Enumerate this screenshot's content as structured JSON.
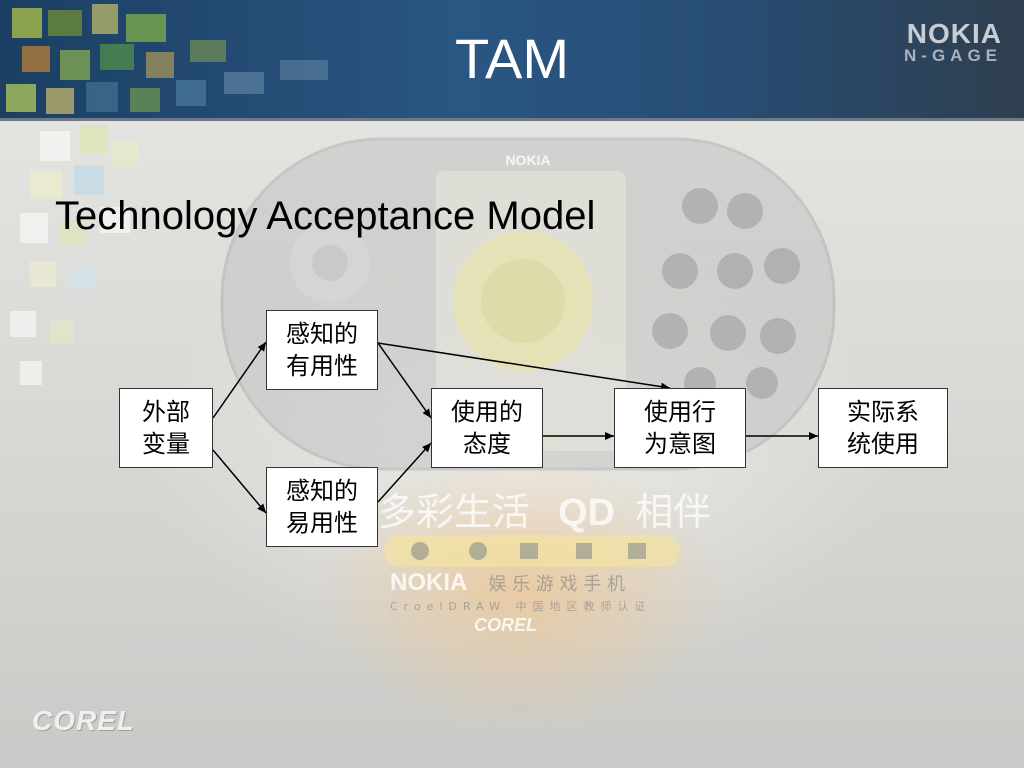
{
  "slide": {
    "title": "TAM",
    "subtitle": "Technology Acceptance Model",
    "logo_top": {
      "brand": "NOKIA",
      "sub": "N-GAGE"
    },
    "watermark": {
      "slogan": "多彩生活",
      "badge": "QD",
      "slogan2": "相伴",
      "brand": "NOKIA",
      "brand_tagline": "娱 乐 游 戏 手 机",
      "credit": "CroelDRAW 中国地区教师认证",
      "corel": "COREL"
    },
    "corel_logo": "COREL"
  },
  "diagram": {
    "nodes": [
      {
        "id": "external",
        "label": "外部\n变量"
      },
      {
        "id": "usefulness",
        "label": "感知的\n有用性"
      },
      {
        "id": "ease",
        "label": "感知的\n易用性"
      },
      {
        "id": "attitude",
        "label": "使用的\n态度"
      },
      {
        "id": "intention",
        "label": "使用行\n为意图"
      },
      {
        "id": "actual",
        "label": "实际系\n统使用"
      }
    ],
    "edges": [
      {
        "from": "external",
        "to": "usefulness"
      },
      {
        "from": "external",
        "to": "ease"
      },
      {
        "from": "usefulness",
        "to": "attitude"
      },
      {
        "from": "usefulness",
        "to": "intention"
      },
      {
        "from": "ease",
        "to": "attitude"
      },
      {
        "from": "attitude",
        "to": "intention"
      },
      {
        "from": "intention",
        "to": "actual"
      }
    ]
  }
}
